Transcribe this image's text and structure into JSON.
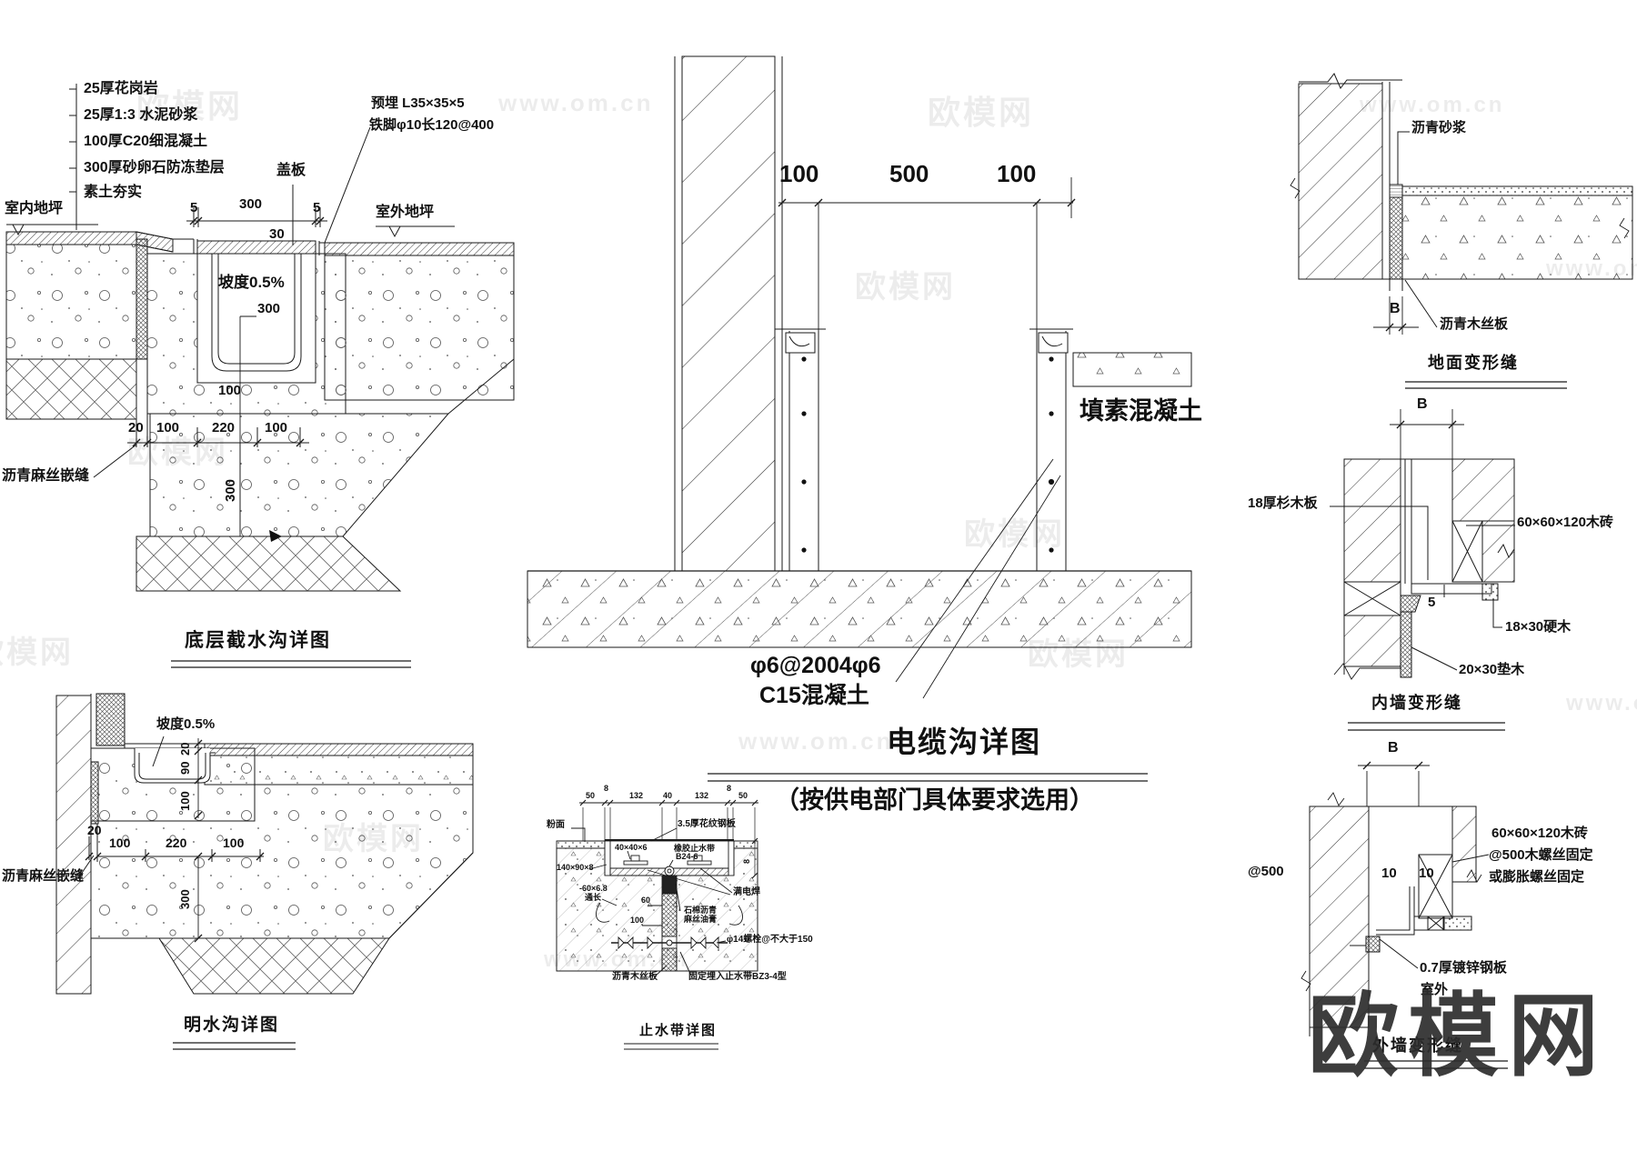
{
  "watermarks": {
    "brand": "欧模网",
    "site": "www.om.cn",
    "big": "欧模网"
  },
  "d1": {
    "title": "底层截水沟详图",
    "materials": [
      "25厚花岗岩",
      "25厚1:3 水泥砂浆",
      "100厚C20细混凝土",
      "300厚砂卵石防冻垫层",
      "素土夯实"
    ],
    "indoor_level": "室内地坪",
    "outdoor_level": "室外地坪",
    "cover": "盖板",
    "embed_line1": "预埋 L35×35×5",
    "embed_line2": "铁脚φ10长120@400",
    "slope": "坡度0.5%",
    "joint": "沥青麻丝嵌缝",
    "dim_5a": "5",
    "dim_300_top": "300",
    "dim_5b": "5",
    "dim_30": "30",
    "dim_300_depth": "300",
    "dim_100_wall": "100",
    "dim_20": "20",
    "dim_100a": "100",
    "dim_220": "220",
    "dim_100b": "100",
    "dim_300_v": "300"
  },
  "d2": {
    "title": "明水沟详图",
    "slope": "坡度0.5%",
    "joint": "沥青麻丝嵌缝",
    "dim_20_v": "20",
    "dim_90_v": "90",
    "dim_100_v": "100",
    "dim_20": "20",
    "dim_100a": "100",
    "dim_220": "220",
    "dim_100b": "100",
    "dim_300_v": "300"
  },
  "d3": {
    "title": "电缆沟详图",
    "subtitle": "（按供电部门具体要求选用）",
    "fill_label": "填素混凝土",
    "rebar": "φ6@2004φ6",
    "concrete": "C15混凝土",
    "dim_100a": "100",
    "dim_500": "500",
    "dim_100b": "100"
  },
  "d4": {
    "title": "止水带详图",
    "dims_top": [
      "50",
      "8",
      "132",
      "40",
      "132",
      "8",
      "50"
    ],
    "dim_8_r": "8",
    "dim_60": "60",
    "dim_100": "100",
    "surface": "粉面",
    "plate": "3.5厚花纹钢板",
    "angle": "40×40×6",
    "waterstop1": "橡胶止水带",
    "waterstop2": "B24-6",
    "plate2": "140×90×8",
    "bar1": "-60×6.8",
    "bar2": "通长",
    "filler1": "石棉沥青",
    "filler2": "麻丝油膏",
    "weld": "满电焊",
    "bolt": "φ14螺栓@不大于150",
    "board": "沥青木丝板",
    "anchor": "固定埋入止水带BZ3-4型"
  },
  "d5": {
    "title": "地面变形缝",
    "mortar": "沥青砂浆",
    "board": "沥青木丝板",
    "dim_b": "B"
  },
  "d6": {
    "title": "内墙变形缝",
    "plank": "18厚杉木板",
    "brick": "60×60×120木砖",
    "hardwood": "18×30硬木",
    "pad": "20×30垫木",
    "dim_b": "B",
    "dim_5": "5"
  },
  "d7": {
    "title": "外墙变形缝",
    "dim_b": "B",
    "at500": "@500",
    "dim_10a": "10",
    "dim_10b": "10",
    "brick_line1": "60×60×120木砖",
    "brick_line2": "@500木螺丝固定",
    "brick_line3": "或膨胀螺丝固定",
    "sheet": "0.7厚镀锌钢板",
    "outdoor": "室外"
  }
}
